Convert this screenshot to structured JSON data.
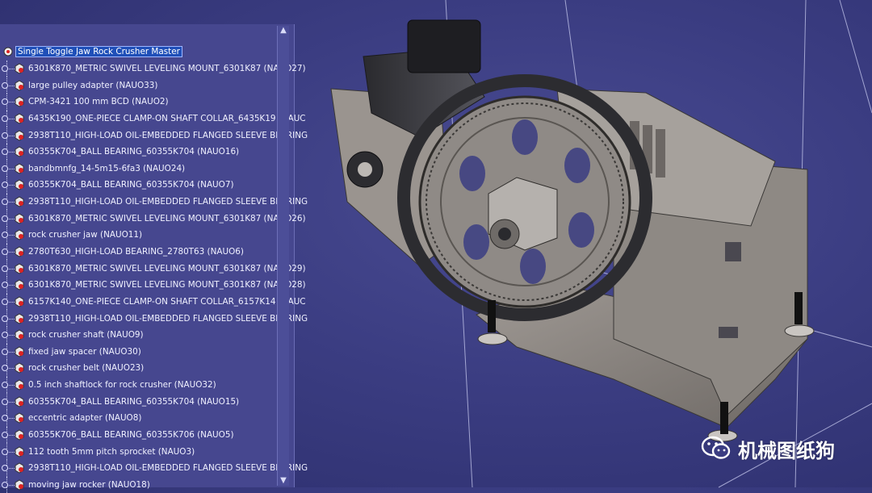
{
  "tree": {
    "root": "Single Toggle Jaw Rock Crusher Master",
    "items": [
      "6301K870_METRIC SWIVEL LEVELING MOUNT_6301K87 (NAUO27)",
      "large pulley adapter (NAUO33)",
      "CPM-3421 100 mm BCD (NAUO2)",
      "6435K190_ONE-PIECE CLAMP-ON SHAFT COLLAR_6435K19 (NAUC",
      "2938T110_HIGH-LOAD OIL-EMBEDDED FLANGED SLEEVE BEARING",
      "60355K704_BALL BEARING_60355K704 (NAUO16)",
      "bandbmnfg_14-5m15-6fa3 (NAUO24)",
      "60355K704_BALL BEARING_60355K704 (NAUO7)",
      "2938T110_HIGH-LOAD OIL-EMBEDDED FLANGED SLEEVE BEARING",
      "6301K870_METRIC SWIVEL LEVELING MOUNT_6301K87 (NAUO26)",
      "rock crusher jaw (NAUO11)",
      "2780T630_HIGH-LOAD BEARING_2780T63 (NAUO6)",
      "6301K870_METRIC SWIVEL LEVELING MOUNT_6301K87 (NAUO29)",
      "6301K870_METRIC SWIVEL LEVELING MOUNT_6301K87 (NAUO28)",
      "6157K140_ONE-PIECE CLAMP-ON SHAFT COLLAR_6157K14 (NAUC",
      "2938T110_HIGH-LOAD OIL-EMBEDDED FLANGED SLEEVE BEARING",
      "rock crusher shaft (NAUO9)",
      "fixed jaw spacer (NAUO30)",
      "rock crusher belt (NAUO23)",
      "0.5 inch shaftlock for rock crusher (NAUO32)",
      "60355K704_BALL BEARING_60355K704 (NAUO15)",
      "eccentric adapter (NAUO8)",
      "60355K706_BALL BEARING_60355K706 (NAUO5)",
      "112 tooth 5mm pitch sprocket (NAUO3)",
      "2938T110_HIGH-LOAD OIL-EMBEDDED FLANGED SLEEVE BEARING",
      "moving jaw rocker (NAUO18)"
    ]
  },
  "watermark": {
    "text": "机械图纸狗"
  },
  "colors": {
    "background": "#3b3d82",
    "panel": "#46478f",
    "selection": "#1f4fb8",
    "metal": "#8f8a86"
  },
  "icons": {
    "part": "part-node-icon",
    "expand": "tree-expand-icon",
    "scroll_up": "scroll-up-arrow-icon",
    "scroll_down": "scroll-down-arrow-icon",
    "watermark": "wechat-logo-icon"
  }
}
